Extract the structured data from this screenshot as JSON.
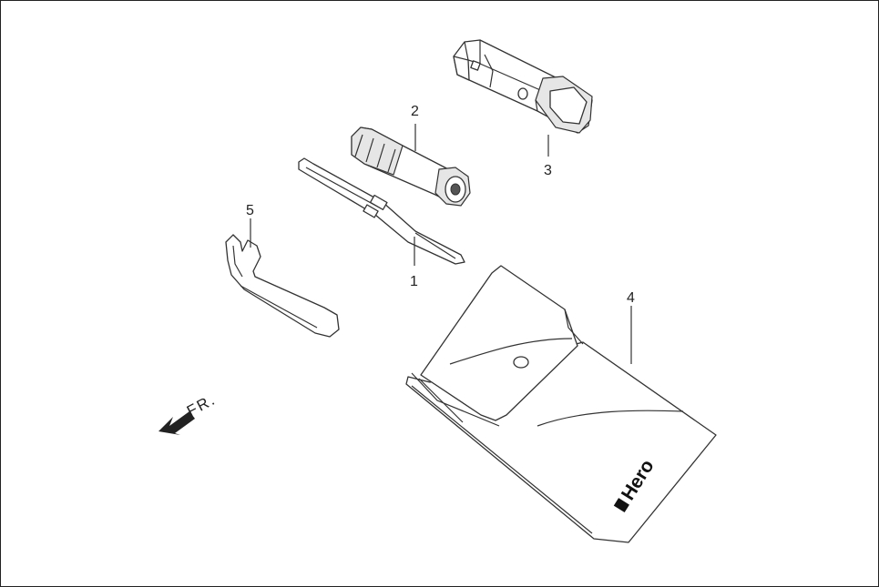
{
  "callouts": {
    "c1": "1",
    "c2": "2",
    "c3": "3",
    "c4": "4",
    "c5": "5"
  },
  "direction": {
    "label": "FR.",
    "icon": "arrow-left-down-icon"
  },
  "pouch": {
    "brand_text": "Hero",
    "brand_icon": "hero-logo-icon"
  }
}
